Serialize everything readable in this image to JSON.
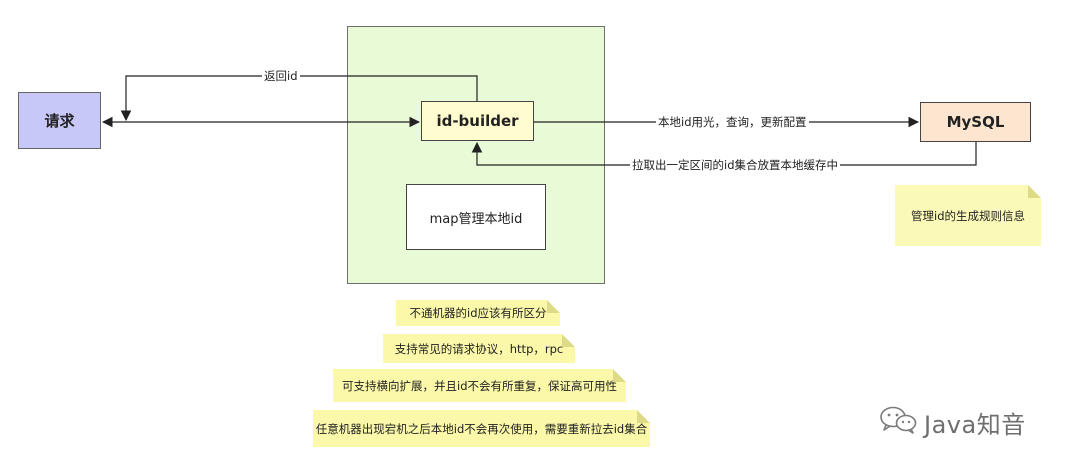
{
  "nodes": {
    "request": "请求",
    "id_builder": "id-builder",
    "map_manager": "map管理本地id",
    "mysql": "MySQL"
  },
  "edges": {
    "return_id": "返回id",
    "local_id_used_up": "本地id用光，查询，更新配置",
    "pull_range": "拉取出一定区间的id集合放置本地缓存中"
  },
  "notes": {
    "rules": "管理id的生成规则信息",
    "n1": "不通机器的id应该有所区分",
    "n2": "支持常见的请求协议，http，rpc",
    "n3": "可支持横向扩展，并且id不会有所重复，保证高可用性",
    "n4": "任意机器出现宕机之后本地id不会再次使用，需要重新拉去id集合"
  },
  "watermark": {
    "text": "Java知音",
    "icon": "wechat-icon"
  }
}
